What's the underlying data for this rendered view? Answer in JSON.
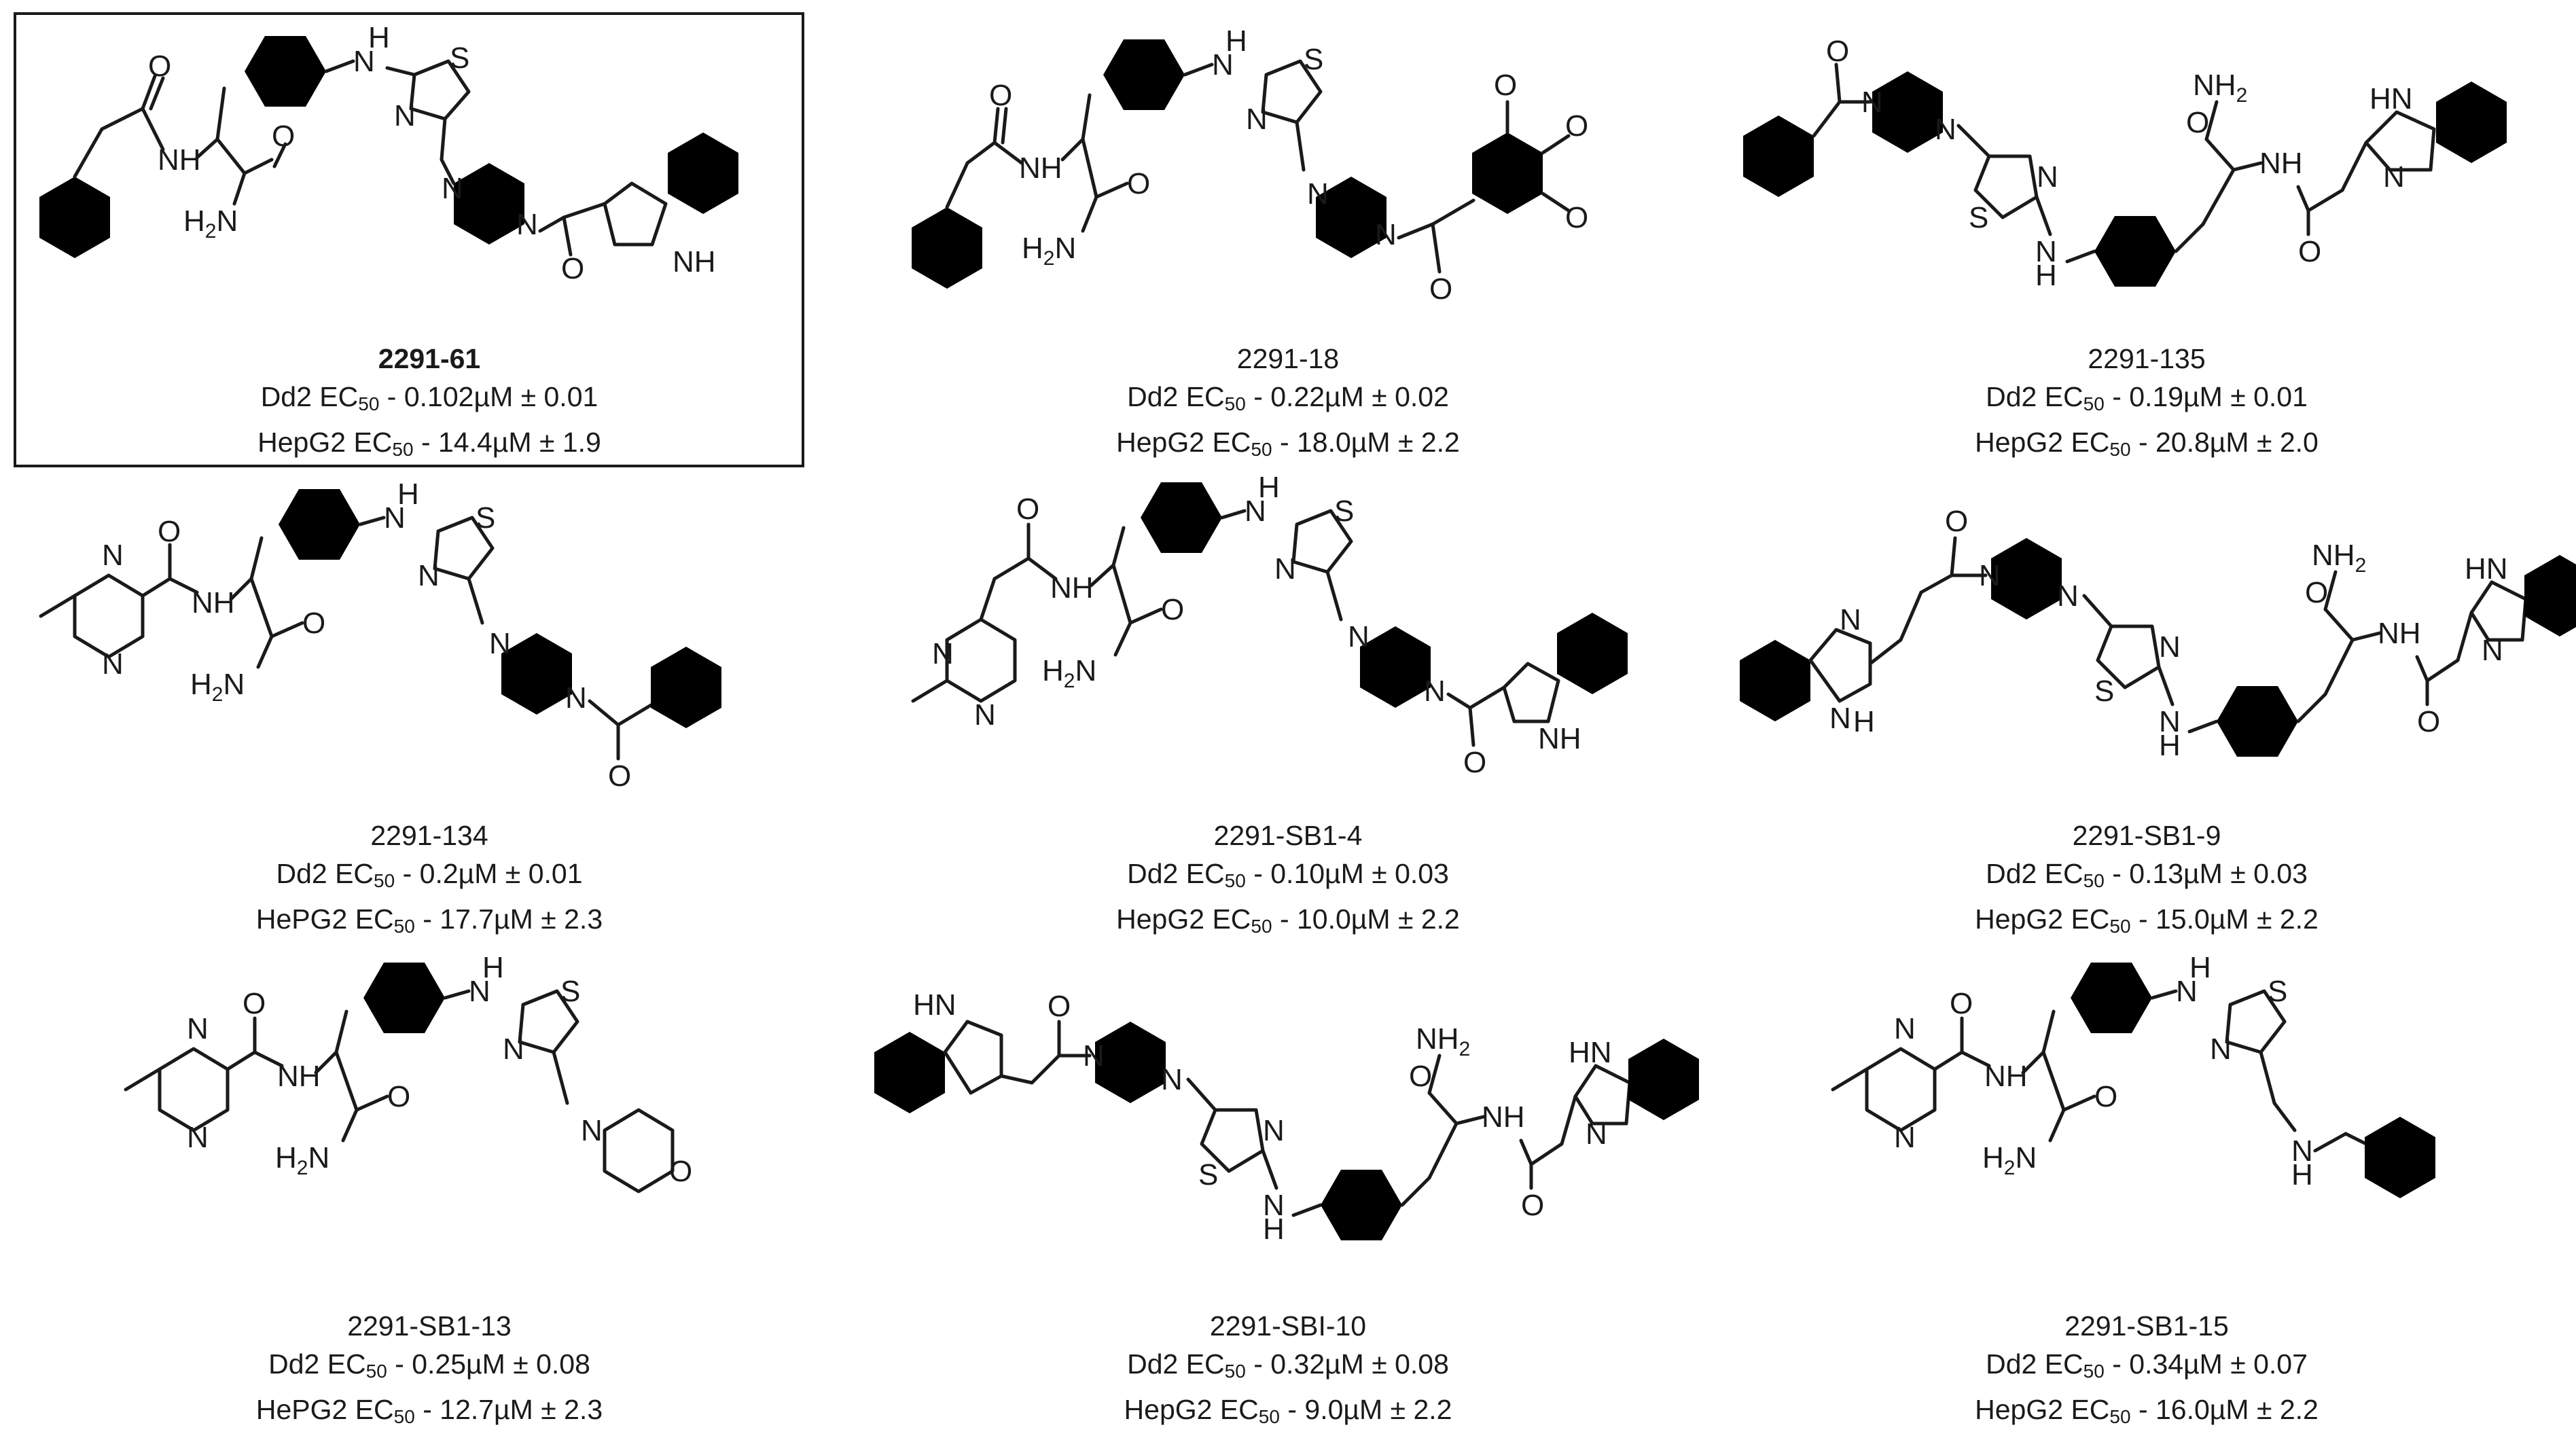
{
  "compounds": [
    {
      "name": "2291-61",
      "dd2_label": "Dd2 EC",
      "dd2_value": " - 0.102µM ± 0.01",
      "hep_label": "HepG2 EC",
      "hep_value": " - 14.4µM ± 1.9",
      "sub": "50",
      "highlighted": true
    },
    {
      "name": "2291-18",
      "dd2_label": "Dd2 EC",
      "dd2_value": " - 0.22µM ± 0.02",
      "hep_label": "HepG2 EC",
      "hep_value": " - 18.0µM ± 2.2",
      "sub": "50"
    },
    {
      "name": "2291-135",
      "dd2_label": "Dd2 EC",
      "dd2_value": " - 0.19µM ± 0.01",
      "hep_label": "HepG2 EC",
      "hep_value": " - 20.8µM ± 2.0",
      "sub": "50"
    },
    {
      "name": "2291-134",
      "dd2_label": "Dd2 EC",
      "dd2_value": " - 0.2µM ± 0.01",
      "hep_label": "HePG2 EC",
      "hep_value": " - 17.7µM ± 2.3",
      "sub": "50"
    },
    {
      "name": "2291-SB1-4",
      "dd2_label": "Dd2 EC",
      "dd2_value": " - 0.10µM ± 0.03",
      "hep_label": "HepG2 EC",
      "hep_value": " - 10.0µM ± 2.2",
      "sub": "50"
    },
    {
      "name": "2291-SB1-9",
      "dd2_label": "Dd2 EC",
      "dd2_value": " - 0.13µM ± 0.03",
      "hep_label": "HepG2 EC",
      "hep_value": " - 15.0µM ± 2.2",
      "sub": "50"
    },
    {
      "name": "2291-SB1-13",
      "dd2_label": "Dd2 EC",
      "dd2_value": " - 0.25µM ± 0.08",
      "hep_label": "HePG2 EC",
      "hep_value": " - 12.7µM ± 2.3",
      "sub": "50"
    },
    {
      "name": "2291-SBI-10",
      "dd2_label": "Dd2 EC",
      "dd2_value": " - 0.32µM ± 0.08",
      "hep_label": "HepG2 EC",
      "hep_value": " - 9.0µM ± 2.2",
      "sub": "50"
    },
    {
      "name": "2291-SB1-15",
      "dd2_label": "Dd2 EC",
      "dd2_value": " - 0.34µM ± 0.07",
      "hep_label": "HepG2 EC",
      "hep_value": " - 16.0µM ± 2.2",
      "sub": "50"
    }
  ],
  "atoms": {
    "nh": "NH",
    "n": "N",
    "o": "O",
    "s": "S",
    "h2n": "H2N",
    "nh2": "NH2",
    "hn": "HN",
    "h": "H",
    "two": "2"
  }
}
